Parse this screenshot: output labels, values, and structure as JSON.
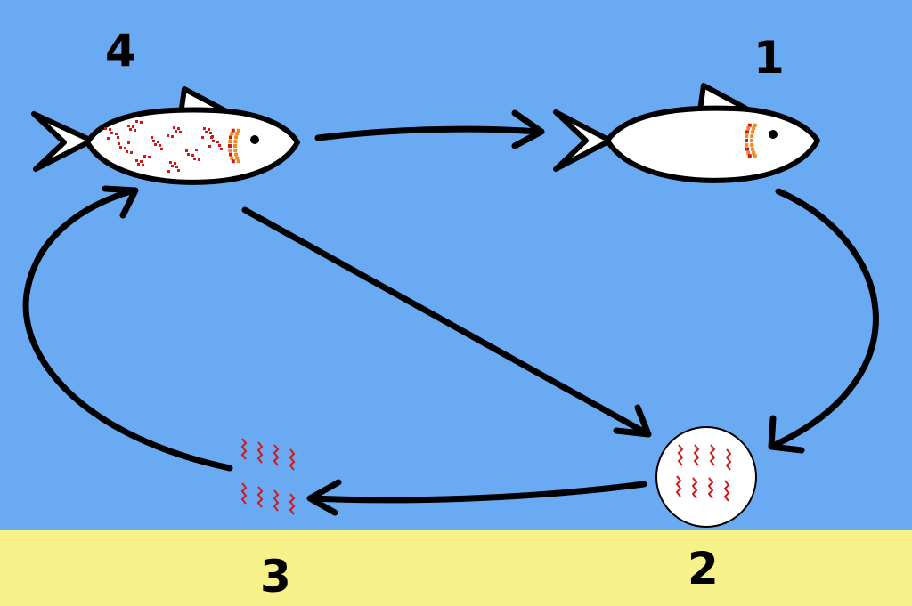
{
  "colors": {
    "water": "#6aaaf2",
    "sand": "#f7f18a",
    "fish_body": "#ffffff",
    "outline": "#000000",
    "infection_red": "#d01818",
    "gill_orange": "#f08a20"
  },
  "stages": {
    "s1": {
      "label": "1",
      "icon": "healthy-fish-icon"
    },
    "s2": {
      "label": "2",
      "icon": "cyst-icon"
    },
    "s3": {
      "label": "3",
      "icon": "free-parasites-icon"
    },
    "s4": {
      "label": "4",
      "icon": "infected-fish-icon"
    }
  }
}
